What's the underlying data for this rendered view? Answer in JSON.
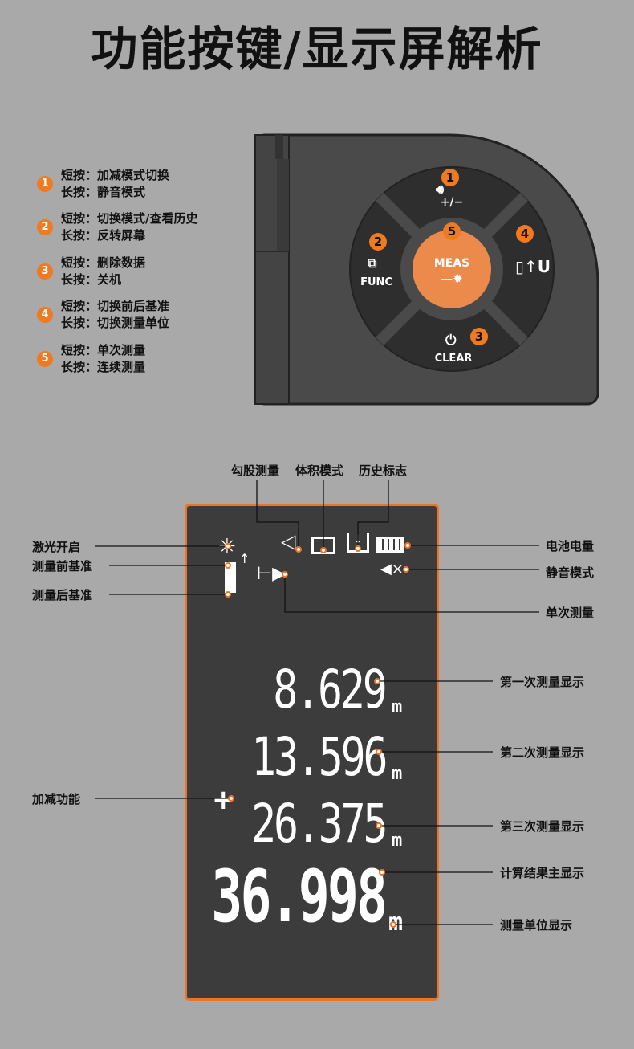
{
  "title": "功能按键/显示屏解析",
  "legend": [
    {
      "num": "1",
      "short": "短按：加减模式切换",
      "long": "长按：静音模式"
    },
    {
      "num": "2",
      "short": "短按：切换模式/查看历史",
      "long": "长按：反转屏幕"
    },
    {
      "num": "3",
      "short": "短按：删除数据",
      "long": "长按：关机"
    },
    {
      "num": "4",
      "short": "短按：切换前后基准",
      "long": "长按：切换测量单位"
    },
    {
      "num": "5",
      "short": "短按：单次测量",
      "long": "长按：连续测量"
    }
  ],
  "device": {
    "key_top": {
      "num": "1",
      "label": "+/−"
    },
    "key_left": {
      "num": "2",
      "label": "FUNC"
    },
    "key_bottom": {
      "num": "3",
      "label": "CLEAR"
    },
    "key_right": {
      "num": "4"
    },
    "key_center": {
      "num": "5",
      "label": "MEAS"
    }
  },
  "lcd_labels": {
    "pythagorean": "勾股测量",
    "volume": "体积模式",
    "history": "历史标志",
    "laser_on": "激光开启",
    "front_ref": "测量前基准",
    "rear_ref": "测量后基准",
    "battery": "电池电量",
    "mute": "静音模式",
    "single": "单次测量",
    "first": "第一次测量显示",
    "second": "第二次测量显示",
    "plusminus": "加减功能",
    "third": "第三次测量显示",
    "result": "计算结果主显示",
    "unit": "测量单位显示"
  },
  "readings": {
    "r1": "8.629",
    "r2": "13.596",
    "r3": "26.375",
    "main": "36.998",
    "unit": "m",
    "op": "+"
  },
  "colors": {
    "accent": "#ec7422",
    "background": "#a9a9a9",
    "lcd": "#3c3c3c"
  }
}
